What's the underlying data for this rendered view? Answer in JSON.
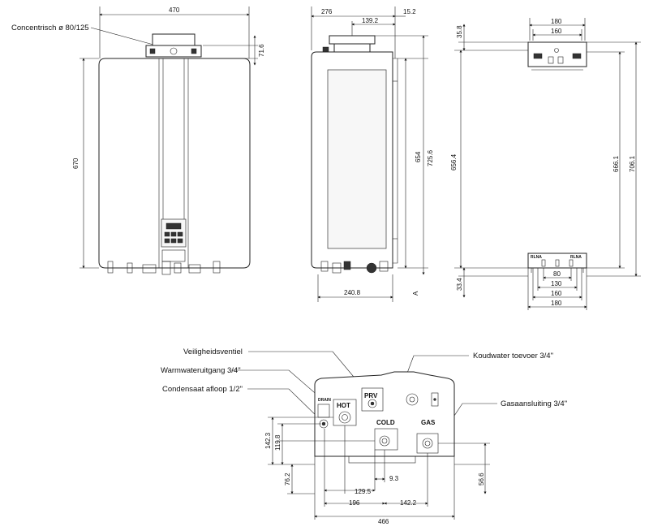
{
  "front_view": {
    "width": "470",
    "height": "670",
    "flue_offset": "71.6",
    "flue_label": "Concentrisch ø 80/125"
  },
  "side_view": {
    "depth": "276",
    "flue_depth": "139.2",
    "top_offset": "15.2",
    "height_body": "654",
    "height_total": "725.6",
    "bottom_depth": "240.8",
    "marker": "A"
  },
  "bracket_view": {
    "top_outer": "180",
    "top_inner": "160",
    "top_offset": "35.8",
    "span_left": "656.4",
    "span_right_inner": "666.1",
    "span_right_outer": "706.1",
    "bottom_offset": "33.4",
    "bottom_80": "80",
    "bottom_130": "130",
    "bottom_160": "160",
    "bottom_180": "180",
    "bracket_tag_left": "RLNA",
    "bracket_tag_right": "RLNA"
  },
  "bottom_view": {
    "callouts": {
      "safety_valve": "Veiligheidsventiel",
      "hot_outlet": "Warmwateruitgang 3/4\"",
      "condensate": "Condensaat afloop 1/2\"",
      "cold_inlet": "Koudwater toevoer 3/4\"",
      "gas": "Gasaansluiting 3/4\""
    },
    "labels": {
      "drain": "DRAIN",
      "hot": "HOT",
      "prv": "PRV",
      "cold": "COLD",
      "gas": "GAS"
    },
    "dims": {
      "d142_3": "142.3",
      "d119_8": "119.8",
      "d76_2": "76.2",
      "d129_5": "129.5",
      "d9_3": "9.3",
      "d196": "196",
      "d142_2": "142.2",
      "d466": "466",
      "d56_6": "56.6"
    }
  }
}
